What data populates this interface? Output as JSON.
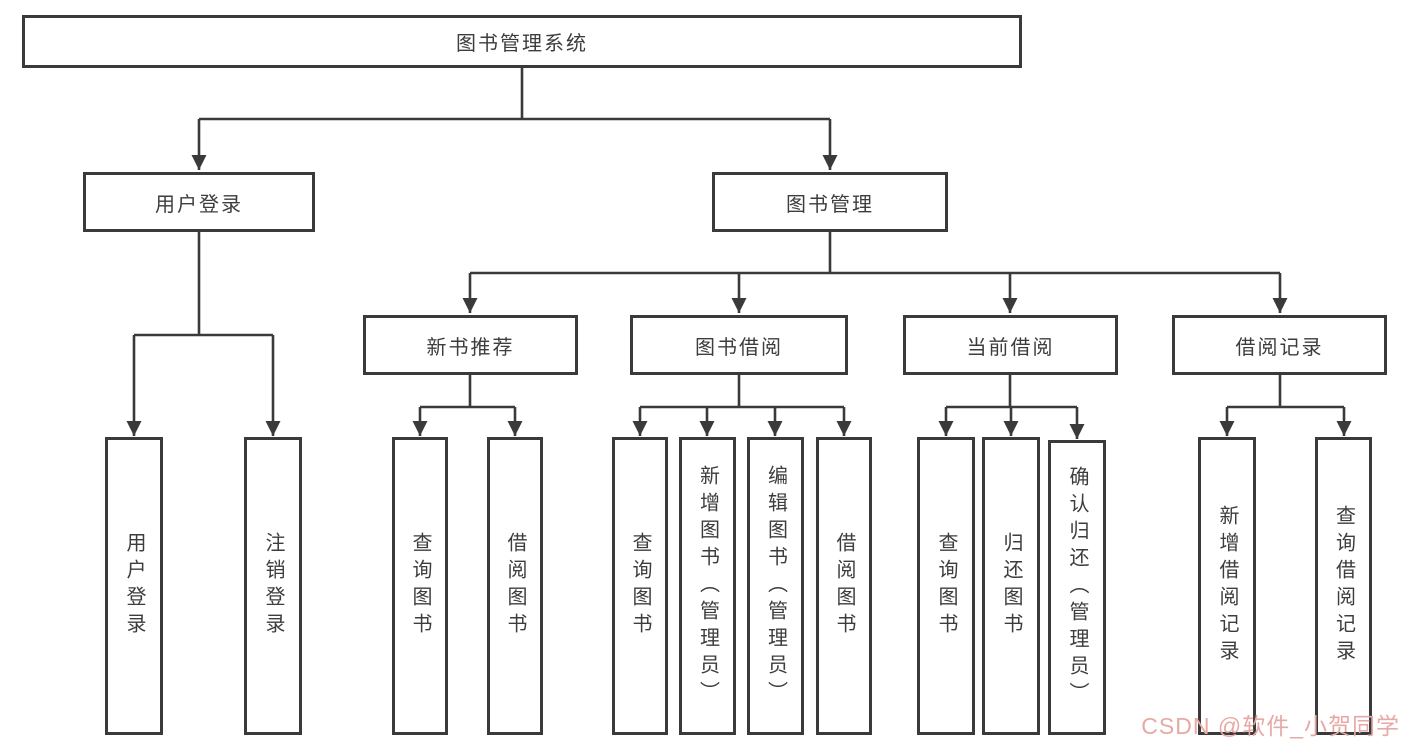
{
  "colors": {
    "line": "#3a3a3a",
    "text": "#3d3d3d",
    "bg": "#ffffff",
    "watermark": "#e7a9a5"
  },
  "watermark": {
    "text": "CSDN @软件_小贺同学"
  },
  "nodes": {
    "root": {
      "label": "图书管理系统"
    },
    "user_login_branch": {
      "label": "用户登录"
    },
    "book_management": {
      "label": "图书管理"
    },
    "new_book_recommend": {
      "label": "新书推荐"
    },
    "book_borrowing": {
      "label": "图书借阅"
    },
    "current_borrowing": {
      "label": "当前借阅"
    },
    "borrowing_records": {
      "label": "借阅记录"
    },
    "user_login_leaf": {
      "label": "用户登录"
    },
    "logout_leaf": {
      "label": "注销登录"
    },
    "nbr_query_books": {
      "label": "查询图书"
    },
    "nbr_borrow_books": {
      "label": "借阅图书"
    },
    "bb_query_books": {
      "label": "查询图书"
    },
    "bb_add_books_admin": {
      "label": "新增图书（管理员）"
    },
    "bb_edit_books_admin": {
      "label": "编辑图书（管理员）"
    },
    "bb_borrow_books": {
      "label": "借阅图书"
    },
    "cb_query_books": {
      "label": "查询图书"
    },
    "cb_return_books": {
      "label": "归还图书"
    },
    "cb_confirm_return_admin": {
      "label": "确认归还（管理员）"
    },
    "br_add_record": {
      "label": "新增借阅记录"
    },
    "br_query_record": {
      "label": "查询借阅记录"
    }
  },
  "hierarchy_note": {
    "root": "图书管理系统",
    "level1": [
      "用户登录",
      "图书管理"
    ],
    "用户登录_children": [
      "用户登录",
      "注销登录"
    ],
    "图书管理_children": [
      "新书推荐",
      "图书借阅",
      "当前借阅",
      "借阅记录"
    ],
    "新书推荐_children": [
      "查询图书",
      "借阅图书"
    ],
    "图书借阅_children": [
      "查询图书",
      "新增图书（管理员）",
      "编辑图书（管理员）",
      "借阅图书"
    ],
    "当前借阅_children": [
      "查询图书",
      "归还图书",
      "确认归还（管理员）"
    ],
    "借阅记录_children": [
      "新增借阅记录",
      "查询借阅记录"
    ]
  }
}
